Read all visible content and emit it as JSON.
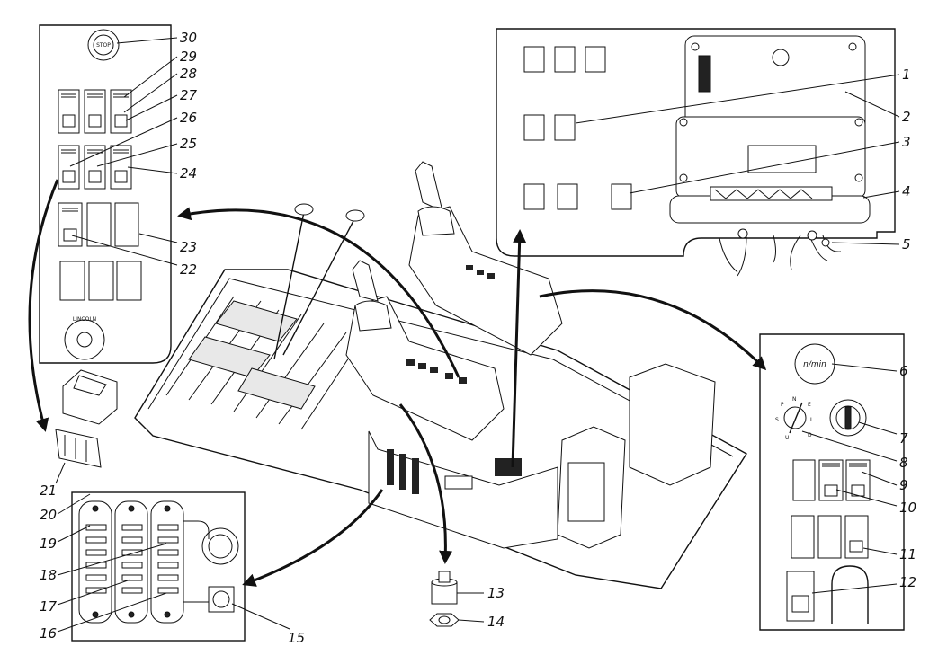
{
  "labels": [
    "1",
    "2",
    "3",
    "4",
    "5",
    "6",
    "7",
    "8",
    "9",
    "10",
    "11",
    "12",
    "13",
    "14",
    "15",
    "16",
    "17",
    "18",
    "19",
    "20",
    "21",
    "22",
    "23",
    "24",
    "25",
    "26",
    "27",
    "28",
    "29",
    "30"
  ],
  "panel_text": {
    "stop": "STOP",
    "rpm": "n/min",
    "switch_p": "P",
    "switch_n": "N",
    "switch_e": "E",
    "switch_s": "S",
    "switch_l": "L",
    "switch_u": "U",
    "switch_d": "D",
    "knob": "LINCOLN"
  }
}
